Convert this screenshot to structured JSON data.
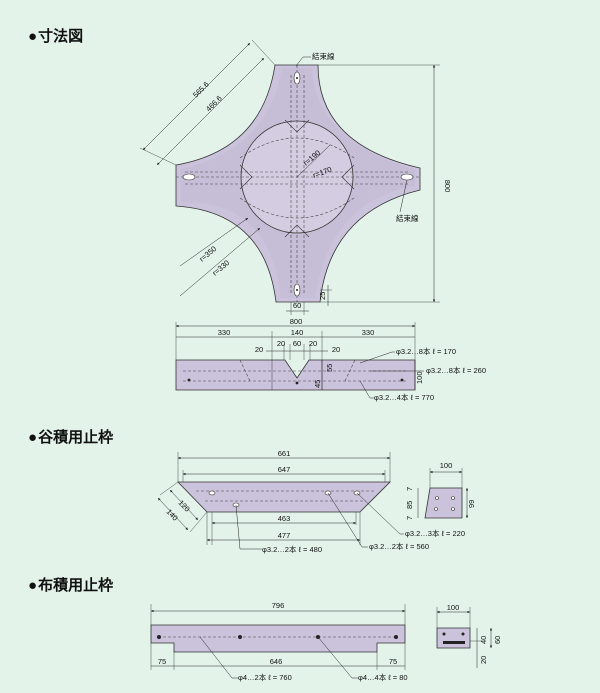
{
  "headings": {
    "section1": "寸法図",
    "section2": "谷積用止枠",
    "section3": "布積用止枠",
    "bullet": "●"
  },
  "plan": {
    "tie_top": "結束線",
    "tie_right": "結束線",
    "d5656": "565.6",
    "d4666": "466.6",
    "r190": "r=190",
    "r170": "r=170",
    "r350": "r=350",
    "r330": "r=330",
    "h800": "800",
    "w60": "60",
    "d25": "25"
  },
  "elev": {
    "total": "800",
    "left": "330",
    "mid": "140",
    "right": "330",
    "s20a": "20",
    "s20b": "20",
    "s60": "60",
    "s20c": "20",
    "s20d": "20",
    "h45": "45",
    "h55": "55",
    "h100": "100",
    "bar1": "φ3.2…8本 ℓ = 170",
    "bar2": "φ3.2…8本 ℓ = 260",
    "bar3": "φ3.2…4本 ℓ = 770"
  },
  "tani": {
    "d661": "661",
    "d647": "647",
    "d463": "463",
    "d477": "477",
    "d120": "120",
    "d140": "140",
    "bar_a": "φ3.2…2本 ℓ = 480",
    "bar_b": "φ3.2…2本 ℓ = 560",
    "bar_c": "φ3.2…3本 ℓ = 220",
    "sec_w": "100",
    "sec_7a": "7",
    "sec_85": "85",
    "sec_7b": "7",
    "sec_99": "99"
  },
  "nuno": {
    "d796": "796",
    "d75a": "75",
    "d646": "646",
    "d75b": "75",
    "bar_a": "φ4…2本 ℓ = 760",
    "bar_b": "φ4…4本 ℓ = 80",
    "sec_w": "100",
    "sec_40": "40",
    "sec_60": "60",
    "sec_20": "20"
  }
}
